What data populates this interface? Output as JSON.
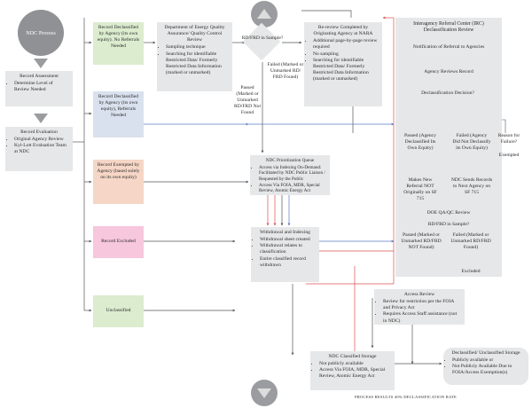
{
  "start": "NDC Process",
  "assessment": {
    "title": "Record Assessment",
    "items": [
      "Determine Level of Review Needed"
    ]
  },
  "evaluation": {
    "title": "Record Evaluation",
    "items": [
      "Original Agency Review",
      "Kyl-Lott Evaluation Team at NDC"
    ]
  },
  "outcomes": {
    "declassified_no_referrals": "Record Declassified by Agency (its own equity). No Referrals Needed",
    "declassified_referrals": "Record Declassified by Agency (its own equity), Referrals Needed",
    "exempted": "Record Exempted by Agency (based solely on its own equity)",
    "excluded": "Record Excluded",
    "unclassified": "Unclassified"
  },
  "doe_review": {
    "title": "Department of Energy Quality Assurance/ Quality Control Review",
    "items": [
      "Sampling technique",
      "Searching for identifiable Restricted Data/ Formerly Restricted Data Information (marked or unmarked)"
    ]
  },
  "decision_rd": {
    "question": "RD/FRD in Sample?",
    "passed": "Passed (Marked or Unmarked RD/FRD Not Found",
    "failed": "Failed (Marked or Unmarked RD/ FRD Found)"
  },
  "nara_review": {
    "title": "Re-review Completed by Originating Agency at NARA",
    "items": [
      "Additional page-by-page review required",
      "No sampling",
      "Searching for identifiable Restricted Data/ Formerly Restricted Data Information (marked or unmarked)"
    ]
  },
  "queue": {
    "title": "NDC Prioritization Queue",
    "items": [
      "Access via Indexing On-Demand: Facilitated by NDC Public Liaison / Requested by the Public",
      "Access Via FOIA, MDR, Special Review, Atomic Energy Act"
    ]
  },
  "withdrawal": {
    "title": "Withdrawal and Indexing",
    "items": [
      "Withdrawal sheet created",
      "Withdrawal relates to classification",
      "Entire classified record withdrawn"
    ]
  },
  "irc": {
    "title": "Interagency Referral Center (IRC) Declassification Review",
    "notification": "Notification of Referral to Agencies",
    "agency_reviews": "Agency Reviews Record",
    "decision": "Declassification Decision?",
    "passed": "Passed (Agency Declassified Its Own Equity)",
    "failed": "Failed (Agency Did Not Declassify its Own Equity)",
    "reason": "Reason for Failure?",
    "exempted": "Exempted",
    "makes_new": "Makes New Referral NOT Originally on SF 715",
    "sends_records": "NDC Sends Records to Next Agency on SF 715",
    "qaqc": "DOE QA/QC Review",
    "rd_question": "RD/FRD in Sample?",
    "rd_passed": "Passed (Marked or Unmarked RD/FRD NOT Found)",
    "rd_failed": "Failed (Marked or Unmarked RD/FRD Found)",
    "excluded": "Excluded"
  },
  "access_review": {
    "title": "Access Review",
    "items": [
      "Review for restriction per the FOIA and Privacy Act",
      "Requires Access Staff assistance (not in NDC)"
    ]
  },
  "classified_storage": {
    "title": "NDC Classified Storage",
    "items": [
      "Not publicly available",
      "Access Via FOIA, MDR, Special Review, Atomic Energy Act"
    ]
  },
  "declassified_storage": {
    "title": "Declassified/ Unclassified Storage",
    "items": [
      "Publicly available or",
      "Not Publicly Available Due to FOIA/Access Exemption(s)"
    ]
  },
  "footer": "PROCESS RESULTS 40% DECLASSIFICATION RATE",
  "colors": {
    "gray": "#e6e7e8",
    "green": "#dceccf",
    "blue": "#d9e1ee",
    "peach": "#f6d6c6",
    "pink": "#f7c7dd",
    "arrow_gray": "#9a9c9f",
    "red": "#d9534f",
    "blue_line": "#5b7bc0",
    "gray_line": "#555"
  }
}
